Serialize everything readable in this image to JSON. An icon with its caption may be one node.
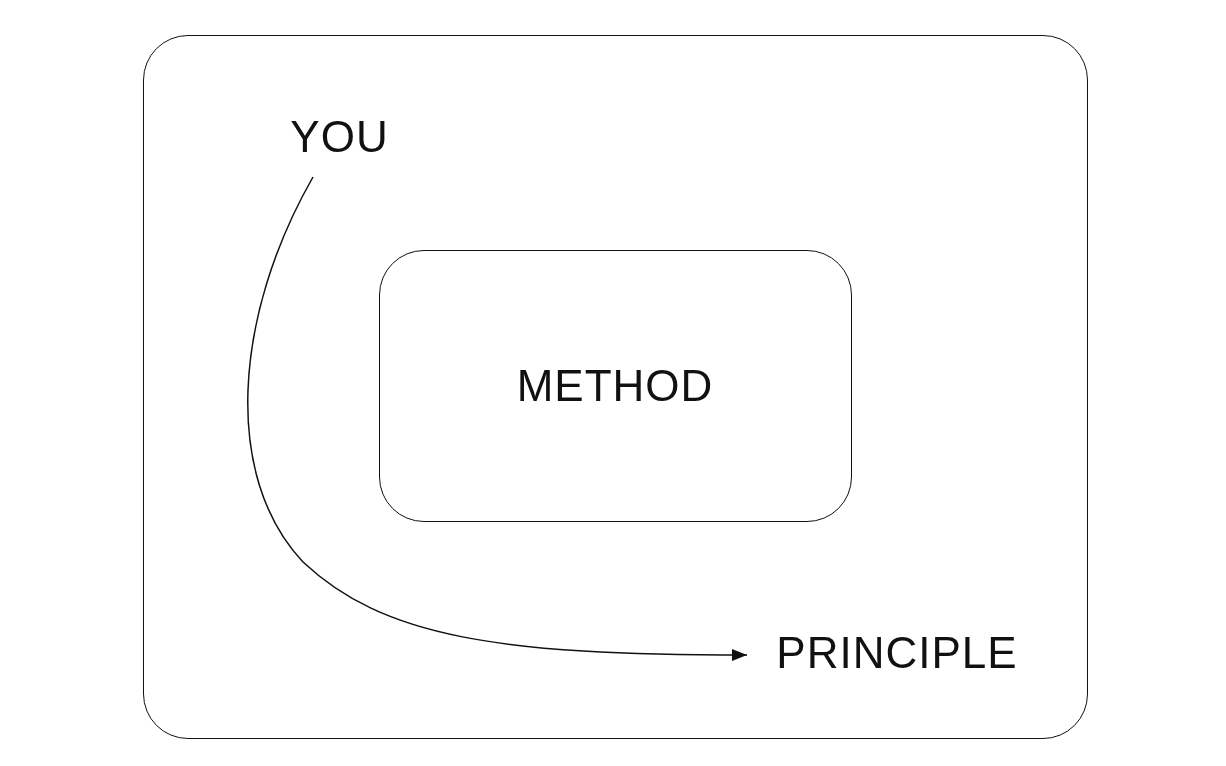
{
  "diagram": {
    "nodes": [
      {
        "text": [],
        "shape": "box"
      },
      {
        "text": [
          "YOU"
        ],
        "in": 0
      },
      {
        "text": [
          "METHOD"
        ],
        "in": 0
      },
      {
        "text": [
          "PRINCIPLE"
        ],
        "in": 0
      }
    ],
    "edges": [
      {
        "from": 1,
        "to": 3,
        "arrow": "to"
      }
    ]
  }
}
